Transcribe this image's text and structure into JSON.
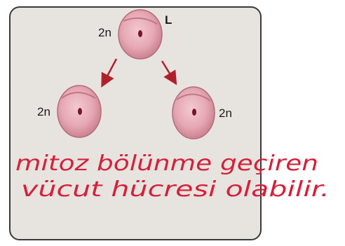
{
  "figure": {
    "parent_cell": {
      "ploidy": "2n",
      "label": "L"
    },
    "daughter_cells": [
      {
        "ploidy": "2n"
      },
      {
        "ploidy": "2n"
      }
    ],
    "colors": {
      "panel_bg": "#e7e4e0",
      "panel_border": "#3a3a3a",
      "cell_fill": "#e6a8b4",
      "cell_rim": "#c97f8f",
      "nucleus": "#7a1325",
      "arrow": "#b0202c",
      "handwriting": "#d6203a"
    }
  },
  "handwritten_note": {
    "line1": "mitoz bölünme geçiren",
    "line2": "vücut hücresi olabilir."
  }
}
